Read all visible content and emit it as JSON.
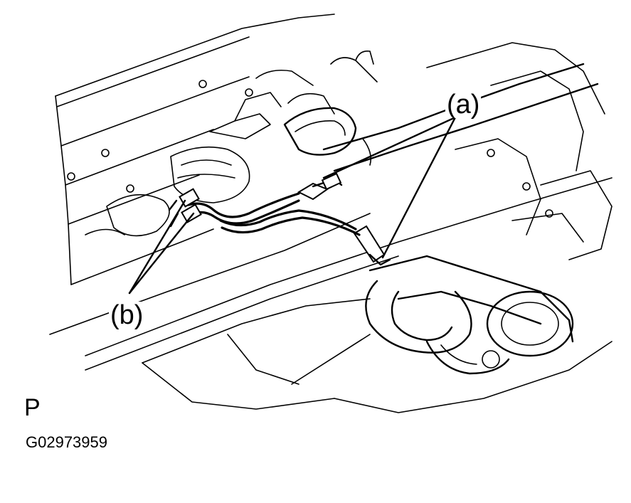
{
  "figure": {
    "callouts": {
      "a": "(a)",
      "b": "(b)"
    },
    "view_code": "P",
    "figure_id": "G02973959",
    "colors": {
      "line": "#000000",
      "background": "#ffffff"
    }
  }
}
